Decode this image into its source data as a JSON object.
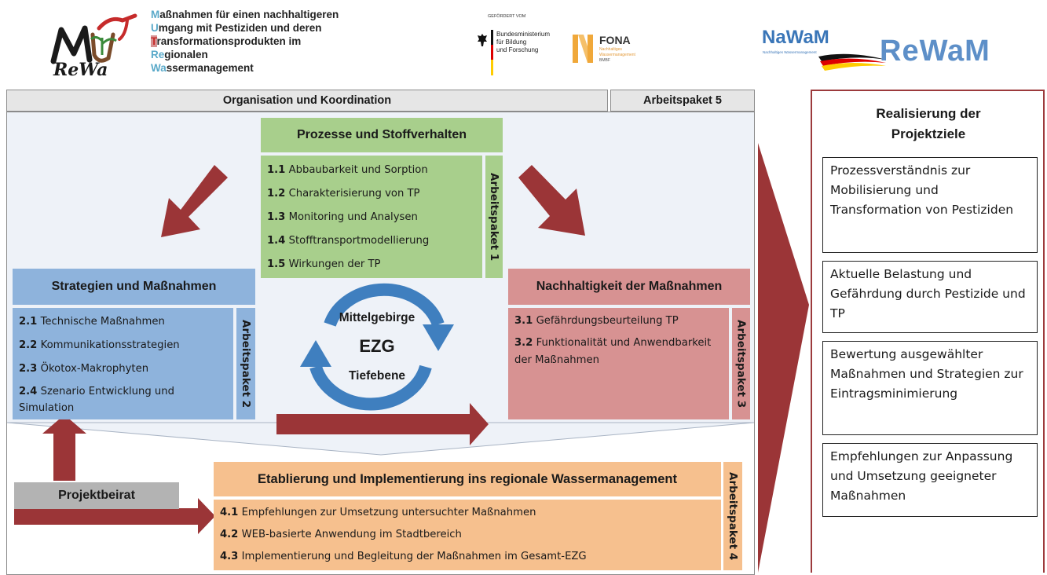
{
  "header": {
    "logo_letters": "MU",
    "logo_sub": "ReWa",
    "project_lines": [
      {
        "initial": "M",
        "rest": "aßnahmen für einen nachhaltigeren"
      },
      {
        "initial": "U",
        "rest": "mgang mit Pestiziden und deren"
      },
      {
        "initial": "T",
        "rest": "ransformationsprodukten im"
      },
      {
        "initial": "Re",
        "rest": "gionalen"
      },
      {
        "initial": "Wa",
        "rest": "ssermanagement"
      }
    ],
    "funder_caption": "GEFÖRDERT VOM",
    "bmbf_lines": [
      "Bundesministerium",
      "für Bildung",
      "und Forschung"
    ],
    "fona_title": "FONA",
    "fona_sub": [
      "Nachhaltiges",
      "Wassermanagement",
      "BMBF"
    ],
    "nawam_title": "NaWaM",
    "nawam_sub": "Nachhaltiges Wassermanagement",
    "rewam_title": "ReWaM"
  },
  "org_bar": {
    "label": "Organisation und Koordination",
    "ap_label": "Arbeitspaket 5"
  },
  "wp1": {
    "title": "Prozesse und Stoffverhalten",
    "items": [
      {
        "num": "1.1",
        "text": "Abbaubarkeit und Sorption"
      },
      {
        "num": "1.2",
        "text": "Charakterisierung von TP"
      },
      {
        "num": "1.3",
        "text": "Monitoring und Analysen"
      },
      {
        "num": "1.4",
        "text": "Stofftransportmodellierung"
      },
      {
        "num": "1.5",
        "text": "Wirkungen der TP"
      }
    ],
    "ap_label": "Arbeitspaket 1"
  },
  "wp2": {
    "title": "Strategien und Maßnahmen",
    "items": [
      {
        "num": "2.1",
        "text": "Technische Maßnahmen"
      },
      {
        "num": "2.2",
        "text": "Kommunikationsstrategien"
      },
      {
        "num": "2.3",
        "text": "Ökotox-Makrophyten"
      },
      {
        "num": "2.4",
        "text": "Szenario Entwicklung und Simulation"
      }
    ],
    "ap_label": "Arbeitspaket 2"
  },
  "wp3": {
    "title": "Nachhaltigkeit der Maßnahmen",
    "items": [
      {
        "num": "3.1",
        "text": "Gefährdungsbeurteilung TP"
      },
      {
        "num": "3.2",
        "text": "Funktionalität und Anwendbarkeit der Maßnahmen"
      }
    ],
    "ap_label": "Arbeitspaket 3"
  },
  "center": {
    "top": "Mittelgebirge",
    "middle": "EZG",
    "bottom": "Tiefebene"
  },
  "wp4": {
    "title": "Etablierung und Implementierung ins regionale Wassermanagement",
    "items": [
      {
        "num": "4.1",
        "text": "Empfehlungen zur Umsetzung untersuchter Maßnahmen"
      },
      {
        "num": "4.2",
        "text": "WEB-basierte Anwendung im Stadtbereich"
      },
      {
        "num": "4.3",
        "text": "Implementierung und Begleitung der Maßnahmen im Gesamt-EZG"
      }
    ],
    "ap_label": "Arbeitspaket 4"
  },
  "beirat": {
    "label": "Projektbeirat"
  },
  "goals": {
    "title": "Realisierung der Projektziele",
    "items": [
      "Prozessverständnis zur Mobilisierung und Transformation von Pestiziden",
      "Aktuelle Belastung und Gefährdung durch Pestizide und TP",
      "Bewertung ausgewählter Maßnahmen und Strategien zur Eintragsminimierung",
      "Empfehlungen zur Anpassung und Umsetzung geeigneter Maßnahmen"
    ]
  },
  "colors": {
    "arrow": "#9b3537",
    "green": "#a8cf8c",
    "blue": "#8eb3dc",
    "red": "#d79292",
    "orange": "#f6c08e",
    "cycle": "#3f7fbf"
  }
}
